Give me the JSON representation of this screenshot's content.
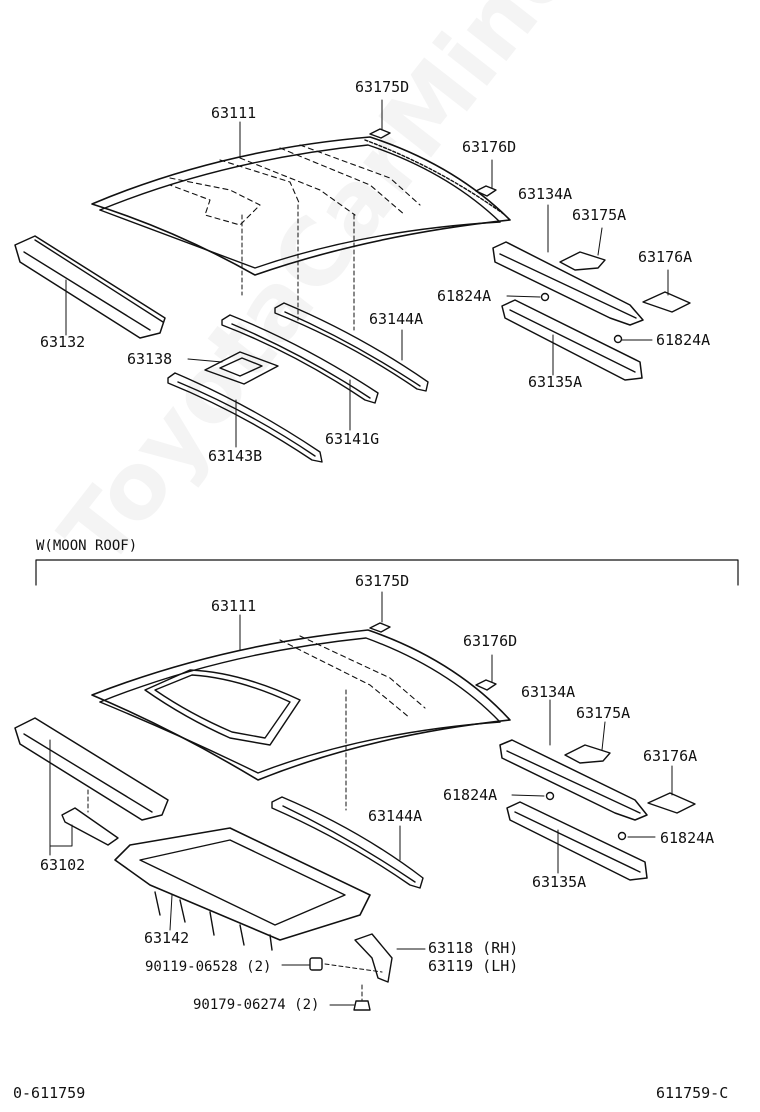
{
  "watermark": "ToyotaCarMine.ru",
  "top": {
    "p63111": "63111",
    "p63175D": "63175D",
    "p63176D": "63176D",
    "p63134A": "63134A",
    "p63175A": "63175A",
    "p63176A": "63176A",
    "p61824A_l": "61824A",
    "p61824A_r": "61824A",
    "p63135A": "63135A",
    "p63144A": "63144A",
    "p63132": "63132",
    "p63138": "63138",
    "p63141G": "63141G",
    "p63143B": "63143B"
  },
  "section_label": "W(MOON ROOF)",
  "bottom": {
    "p63111": "63111",
    "p63175D": "63175D",
    "p63176D": "63176D",
    "p63134A": "63134A",
    "p63175A": "63175A",
    "p63176A": "63176A",
    "p61824A_l": "61824A",
    "p61824A_r": "61824A",
    "p63135A": "63135A",
    "p63144A": "63144A",
    "p63102": "63102",
    "p63142": "63142",
    "p63118": "63118 (RH)",
    "p63119": "63119 (LH)",
    "p90119": "90119-06528 (2)",
    "p90179": "90179-06274 (2)"
  },
  "footer_left": "0-611759",
  "footer_right": "611759-C"
}
